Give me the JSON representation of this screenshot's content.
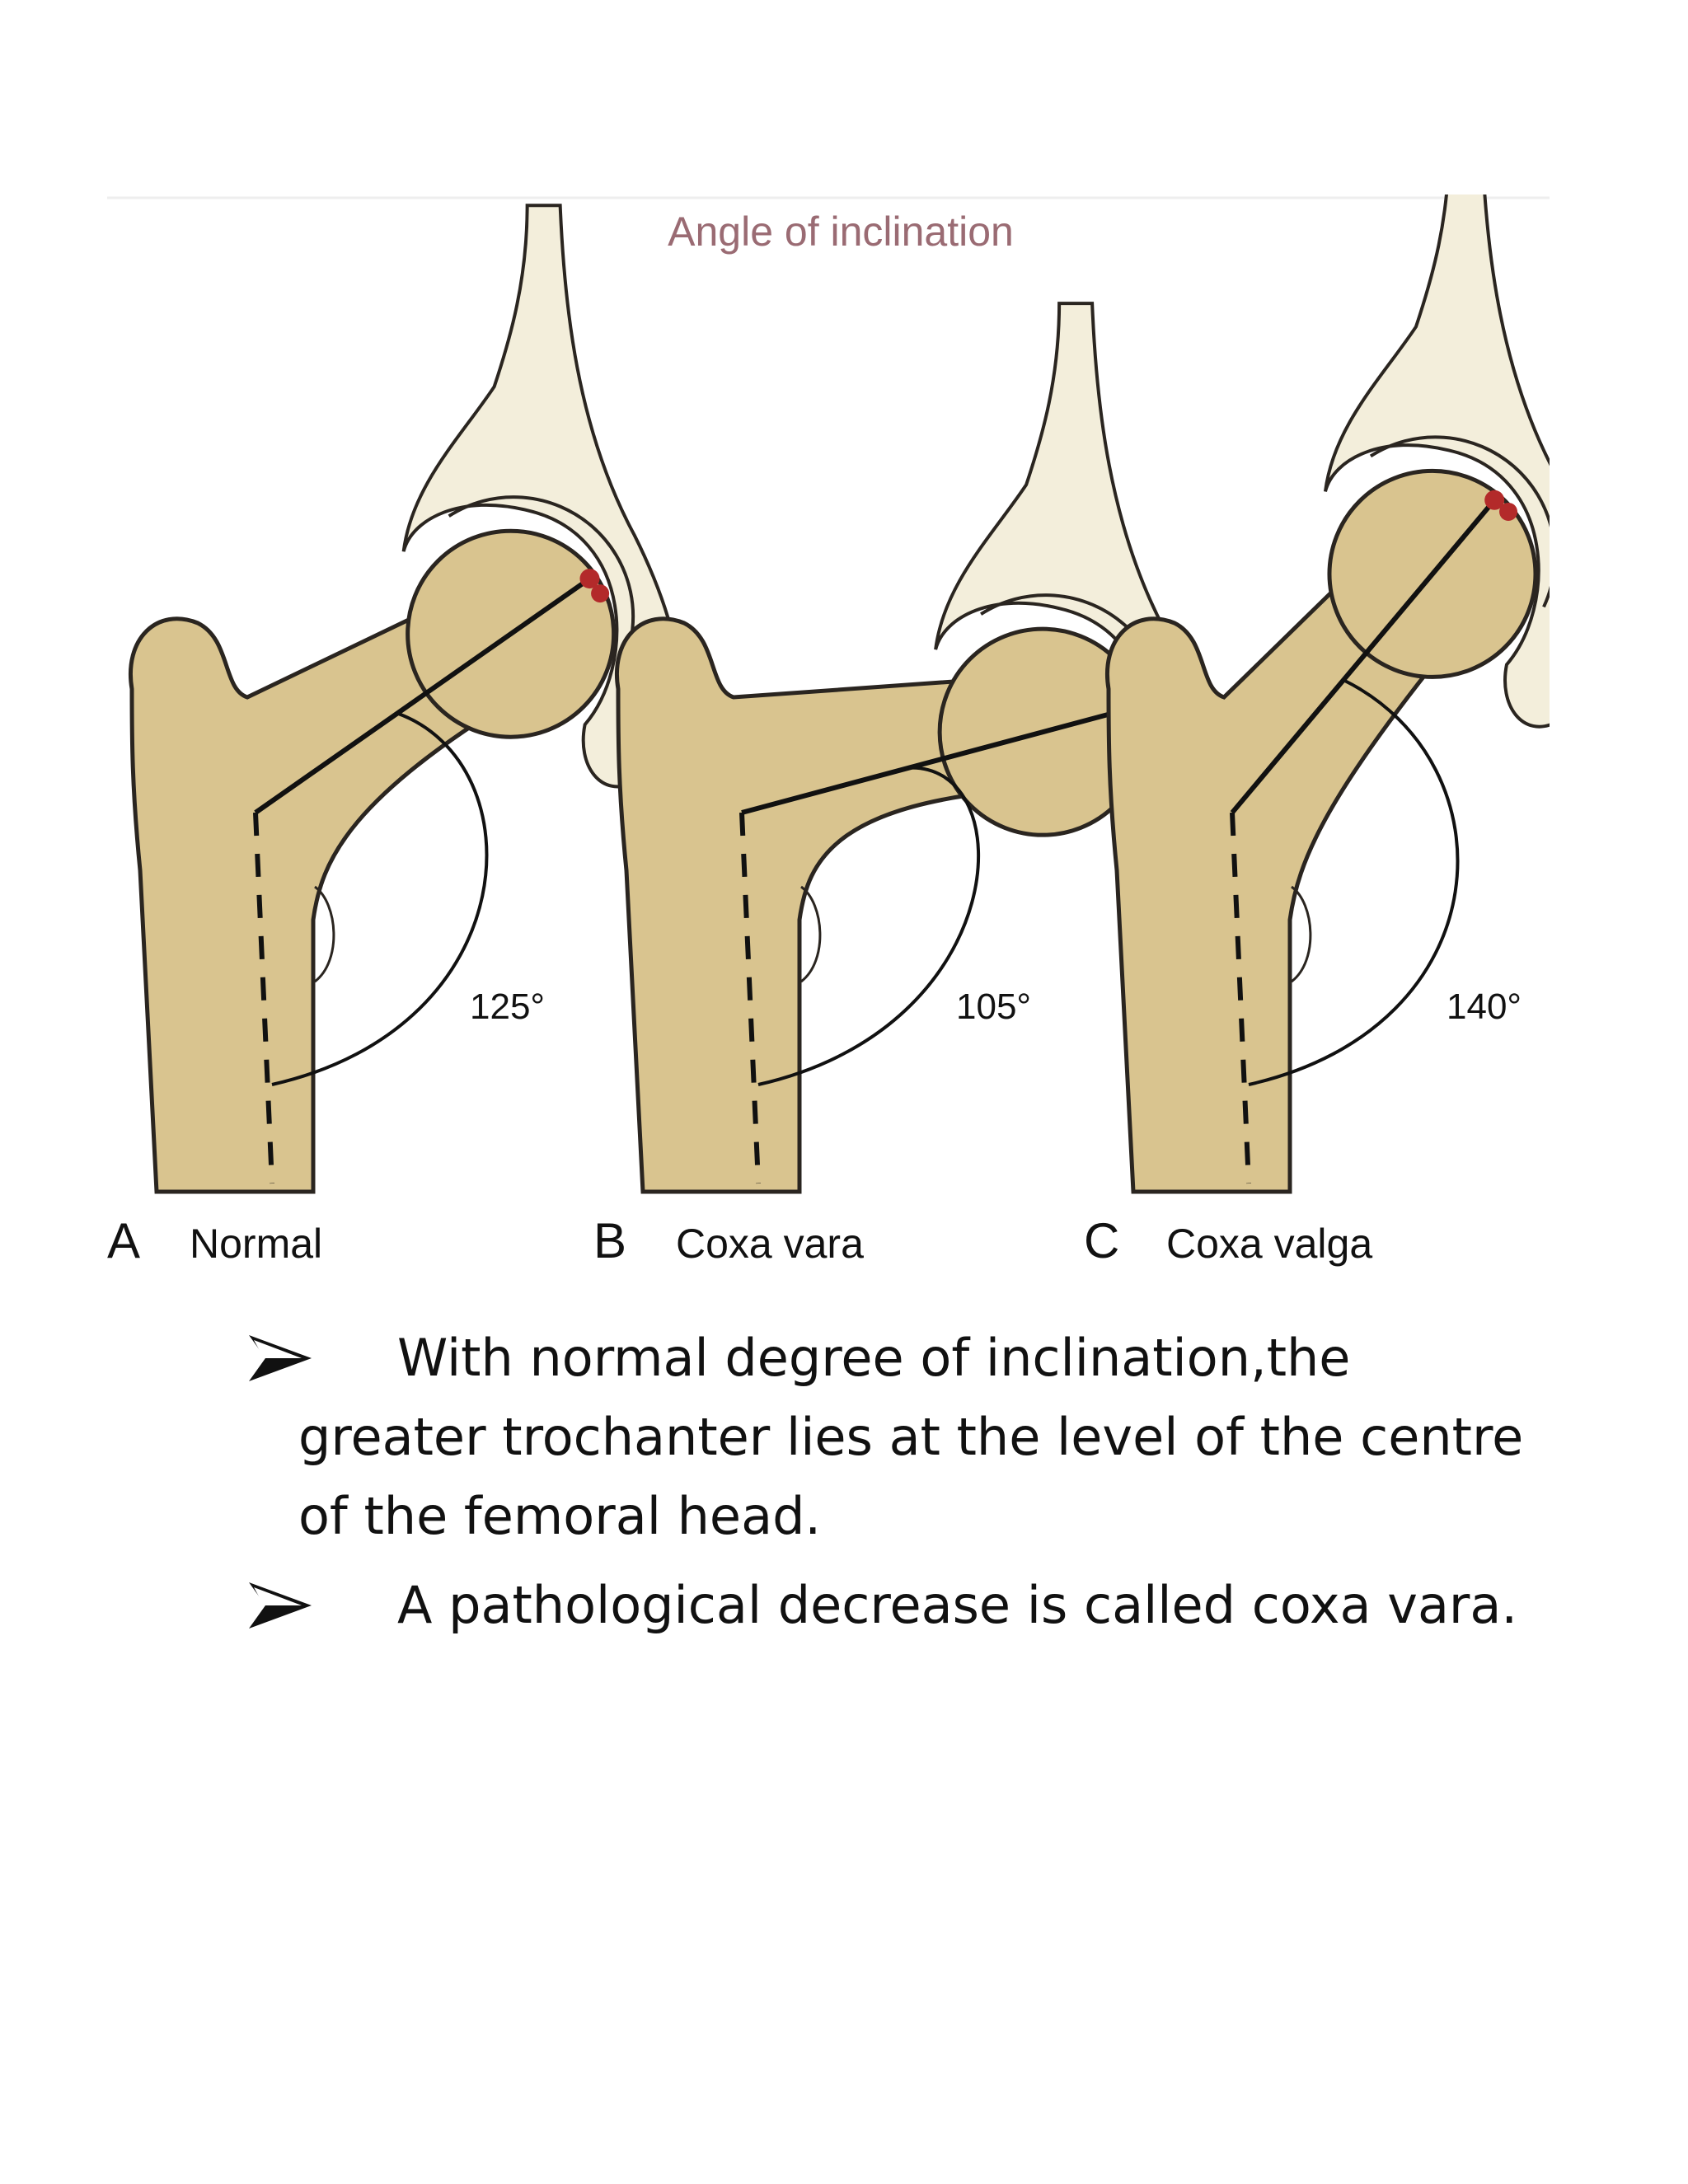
{
  "figure": {
    "title": "Angle of inclination",
    "colors": {
      "bone": "#d9c48f",
      "pelvis": "#f3eedb",
      "outline": "#2a2520",
      "title": "#9a6b73",
      "marker": "#b32a2a"
    },
    "panels": [
      {
        "letter": "A",
        "label": "Normal",
        "angle_text": "125°",
        "angle_deg": 125
      },
      {
        "letter": "B",
        "label": "Coxa vara",
        "angle_text": "105°",
        "angle_deg": 105
      },
      {
        "letter": "C",
        "label": "Coxa valga",
        "angle_text": "140°",
        "angle_deg": 140
      }
    ]
  },
  "bullets": [
    {
      "icon": "arrowhead-bullet-icon",
      "text": "With normal degree of inclination,the greater trochanter lies at the level of the centre of the femoral head."
    },
    {
      "icon": "arrowhead-bullet-icon",
      "text": "A pathological decrease is called coxa vara."
    }
  ]
}
